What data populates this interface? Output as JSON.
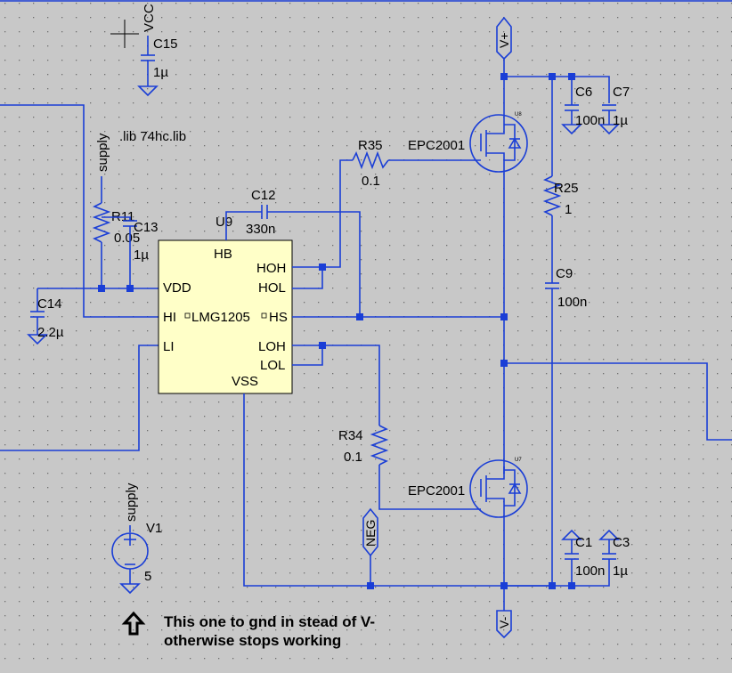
{
  "schematic": {
    "ic": {
      "ref": "U9",
      "name": "LMG1205",
      "pins": {
        "hb": "HB",
        "hoh": "HOH",
        "hol": "HOL",
        "vdd": "VDD",
        "hi": "HI",
        "hs": "HS",
        "li": "LI",
        "loh": "LOH",
        "lol": "LOL",
        "vss": "VSS"
      }
    },
    "directive": ".lib 74hc.lib",
    "mosfets": [
      {
        "ref": "U8",
        "model": "EPC2001"
      },
      {
        "ref": "U7",
        "model": "EPC2001"
      }
    ],
    "resistors": [
      {
        "ref": "R35",
        "value": "0.1"
      },
      {
        "ref": "R34",
        "value": "0.1"
      },
      {
        "ref": "R25",
        "value": "1"
      },
      {
        "ref": "R11",
        "value": "0.05"
      }
    ],
    "capacitors": [
      {
        "ref": "C15",
        "value": "1µ"
      },
      {
        "ref": "C12",
        "value": "330n"
      },
      {
        "ref": "C13",
        "value": "1µ"
      },
      {
        "ref": "C14",
        "value": "2.2µ"
      },
      {
        "ref": "C6",
        "value": "100n"
      },
      {
        "ref": "C7",
        "value": "1µ"
      },
      {
        "ref": "C9",
        "value": "100n"
      },
      {
        "ref": "C1",
        "value": "100n"
      },
      {
        "ref": "C3",
        "value": "1µ"
      }
    ],
    "source": {
      "ref": "V1",
      "value": "5"
    },
    "nets": {
      "vcc": "VCC",
      "supply1": "supply",
      "supply2": "supply",
      "vplus": "V+",
      "vminus": "V-",
      "neg": "NEG"
    },
    "note": {
      "line1": "This one to gnd in stead of V-",
      "line2": "otherwise stops working",
      "arrow_icon": "up-arrow-icon"
    }
  },
  "colors": {
    "background": "#c8c8c8",
    "wire": "#1a3ed6",
    "ic_fill": "#ffffc8",
    "grid": "#6e6e6e"
  }
}
